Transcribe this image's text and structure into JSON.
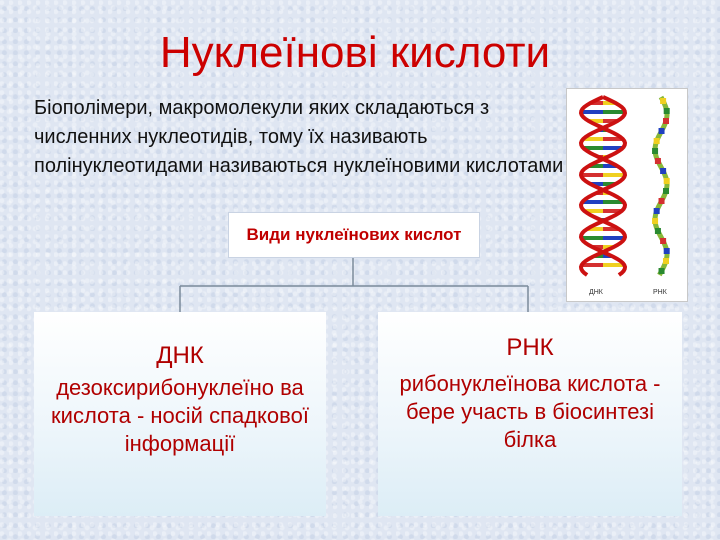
{
  "title": "Нуклеїнові кислоти",
  "intro": "Біополімери, макромолекули яких складаються з численних нуклеотидів, тому їх називають полінуклеотидами називаються нуклеїновими кислотами",
  "types_header": "Види нуклеїнових кислот",
  "dna": {
    "abbr": "ДНК",
    "description": "дезоксирибонуклеїно ва кислота - носій спадкової інформації"
  },
  "rna": {
    "abbr": "РНК",
    "description": "рибонуклеїнова кислота - бере участь в біосинтезі білка"
  },
  "image": {
    "dna_caption": "ДНК",
    "rna_caption": "РНК",
    "colors": {
      "dna_backbone": "#cc1111",
      "rna_backbone": "#88b838",
      "base_yellow": "#f0d020",
      "base_green": "#2a8a30",
      "base_red": "#d43030",
      "base_blue": "#2040c0"
    }
  }
}
